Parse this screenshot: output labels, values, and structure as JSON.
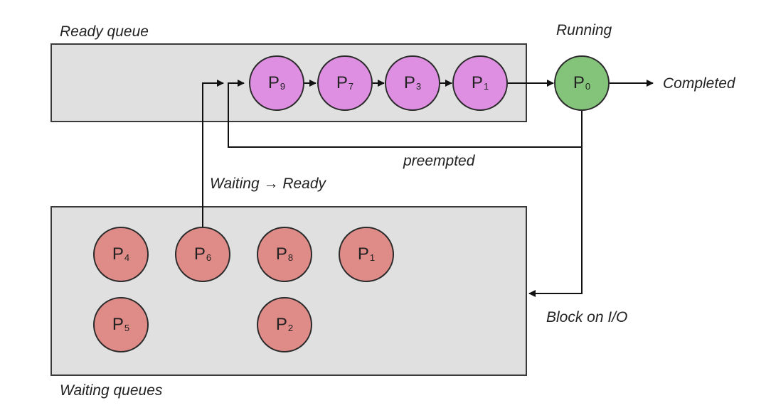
{
  "labels": {
    "ready_queue": "Ready queue",
    "running": "Running",
    "completed": "Completed",
    "preempted": "preempted",
    "waiting_to_ready": "Waiting → Ready",
    "block_on_io": "Block on I/O",
    "waiting_queues": "Waiting queues"
  },
  "ready_queue": [
    {
      "letter": "P",
      "sub": "9"
    },
    {
      "letter": "P",
      "sub": "7"
    },
    {
      "letter": "P",
      "sub": "3"
    },
    {
      "letter": "P",
      "sub": "1"
    }
  ],
  "running": {
    "letter": "P",
    "sub": "0"
  },
  "waiting": [
    {
      "letter": "P",
      "sub": "4"
    },
    {
      "letter": "P",
      "sub": "6"
    },
    {
      "letter": "P",
      "sub": "8"
    },
    {
      "letter": "P",
      "sub": "1"
    },
    {
      "letter": "P",
      "sub": "5"
    },
    {
      "letter": "P",
      "sub": "2"
    }
  ],
  "colors": {
    "ready": "#de8fe2",
    "running": "#84c47a",
    "waiting": "#df8b88",
    "queue_box": "#e0e0e0"
  }
}
